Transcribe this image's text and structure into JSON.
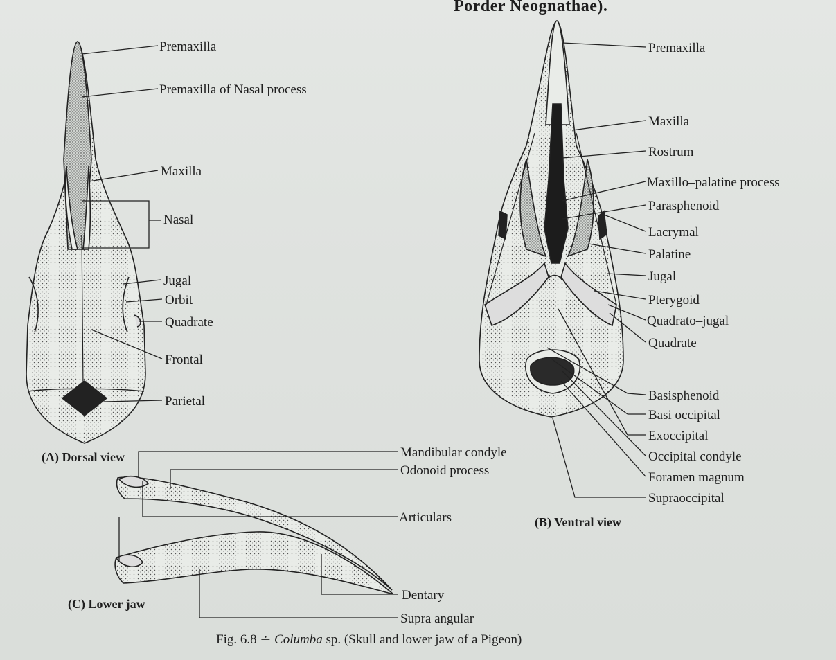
{
  "heading_fragment": "Porder Neognathae).",
  "dorsal": {
    "title": "(A) Dorsal view",
    "labels": [
      "Premaxilla",
      "Premaxilla of Nasal process",
      "Maxilla",
      "Nasal",
      "Jugal",
      "Orbit",
      "Quadrate",
      "Frontal",
      "Parietal"
    ]
  },
  "ventral": {
    "title": "(B) Ventral view",
    "labels": [
      "Premaxilla",
      "Maxilla",
      "Rostrum",
      "Maxillo–palatine process",
      "Parasphenoid",
      "Lacrymal",
      "Palatine",
      "Jugal",
      "Pterygoid",
      "Quadrato–jugal",
      "Quadrate",
      "Basisphenoid",
      "Basi occipital",
      "Exoccipital",
      "Occipital condyle",
      "Foramen magnum",
      "Supraoccipital"
    ]
  },
  "lower_jaw": {
    "title": "(C) Lower jaw",
    "labels": [
      "Mandibular condyle",
      "Odonoid process",
      "Articulars",
      "Dentary",
      "Supra angular"
    ]
  },
  "caption": {
    "prefix": "Fig. 6.8 ∸ ",
    "genus": "Columba",
    "suffix": " sp. (Skull and lower jaw of a Pigeon)"
  }
}
